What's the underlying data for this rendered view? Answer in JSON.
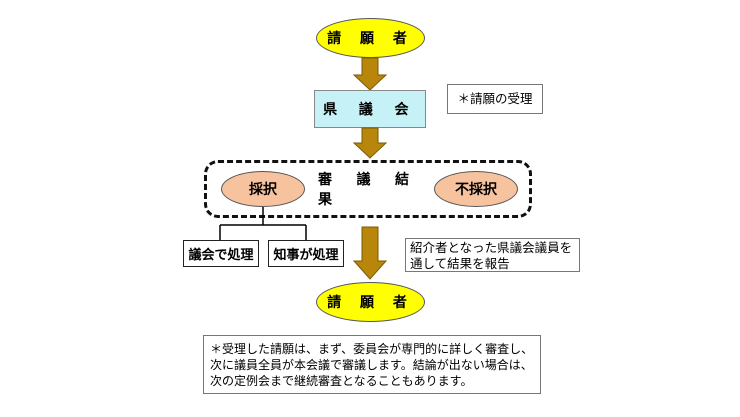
{
  "nodes": {
    "petitioner_top": "請 願 者",
    "assembly": "県 議 会",
    "petitioner_bottom": "請 願 者",
    "adopt": "採択",
    "review_result": "審 議 結 果",
    "reject": "不採択",
    "handled_by_assembly": "議会で処理",
    "handled_by_governor": "知事が処理"
  },
  "notes": {
    "receipt": "＊請願の受理",
    "report_line1": "紹介者となった県議会議員を",
    "report_line2": "通して結果を報告",
    "bottom_line1": "＊受理した請願は、まず、委員会が専門的に詳しく審査し、",
    "bottom_line2": "次に議員全員が本会議で審議します。結論が出ない場合は、",
    "bottom_line3": "次の定例会まで継続審査となることもあります。"
  },
  "colors": {
    "petitioner_fill": "#ffff00",
    "assembly_fill": "#c6f1f6",
    "result_fill": "#f7c39f",
    "arrow_fill": "#b8860b"
  }
}
